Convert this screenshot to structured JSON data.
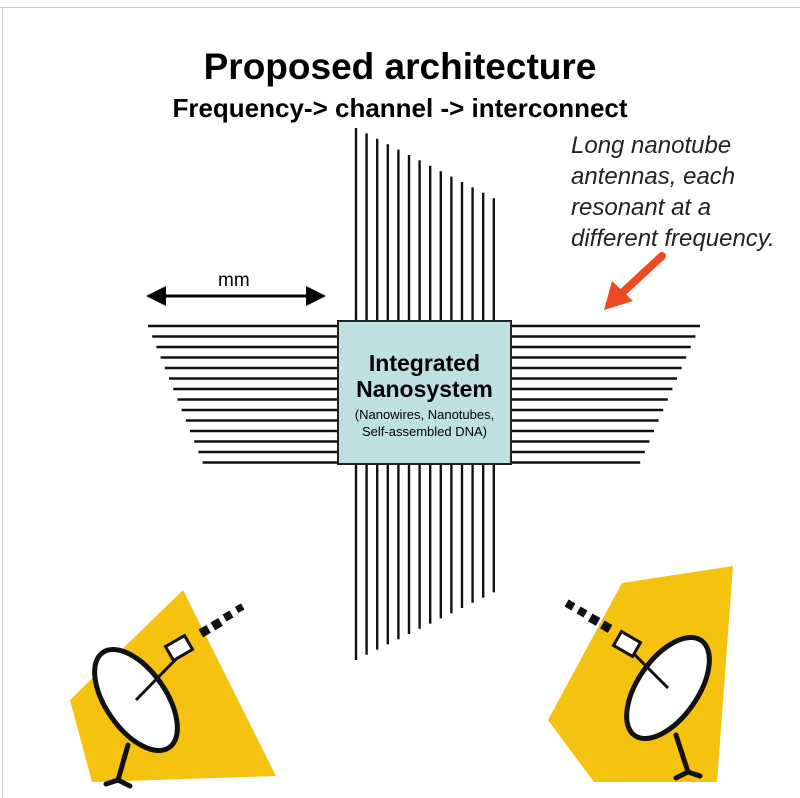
{
  "title": "Proposed architecture",
  "subtitle": "Frequency-> channel -> interconnect",
  "note_lines": [
    "Long nanotube",
    "antennas, each",
    "resonant at a",
    "different frequency."
  ],
  "scale_label": "mm",
  "chip": {
    "title_line1": "Integrated",
    "title_line2": "Nanosystem",
    "sub_line1": "(Nanowires, Nanotubes,",
    "sub_line2": "Self-assembled DNA)"
  },
  "colors": {
    "chip_fill": "#bfe0e2",
    "arrow": "#ee4a22",
    "beam": "#f5c20f",
    "line": "#111111"
  },
  "icons": [
    "left-satellite-dish-icon",
    "right-satellite-dish-icon",
    "red-arrow-icon",
    "double-arrow-icon"
  ]
}
